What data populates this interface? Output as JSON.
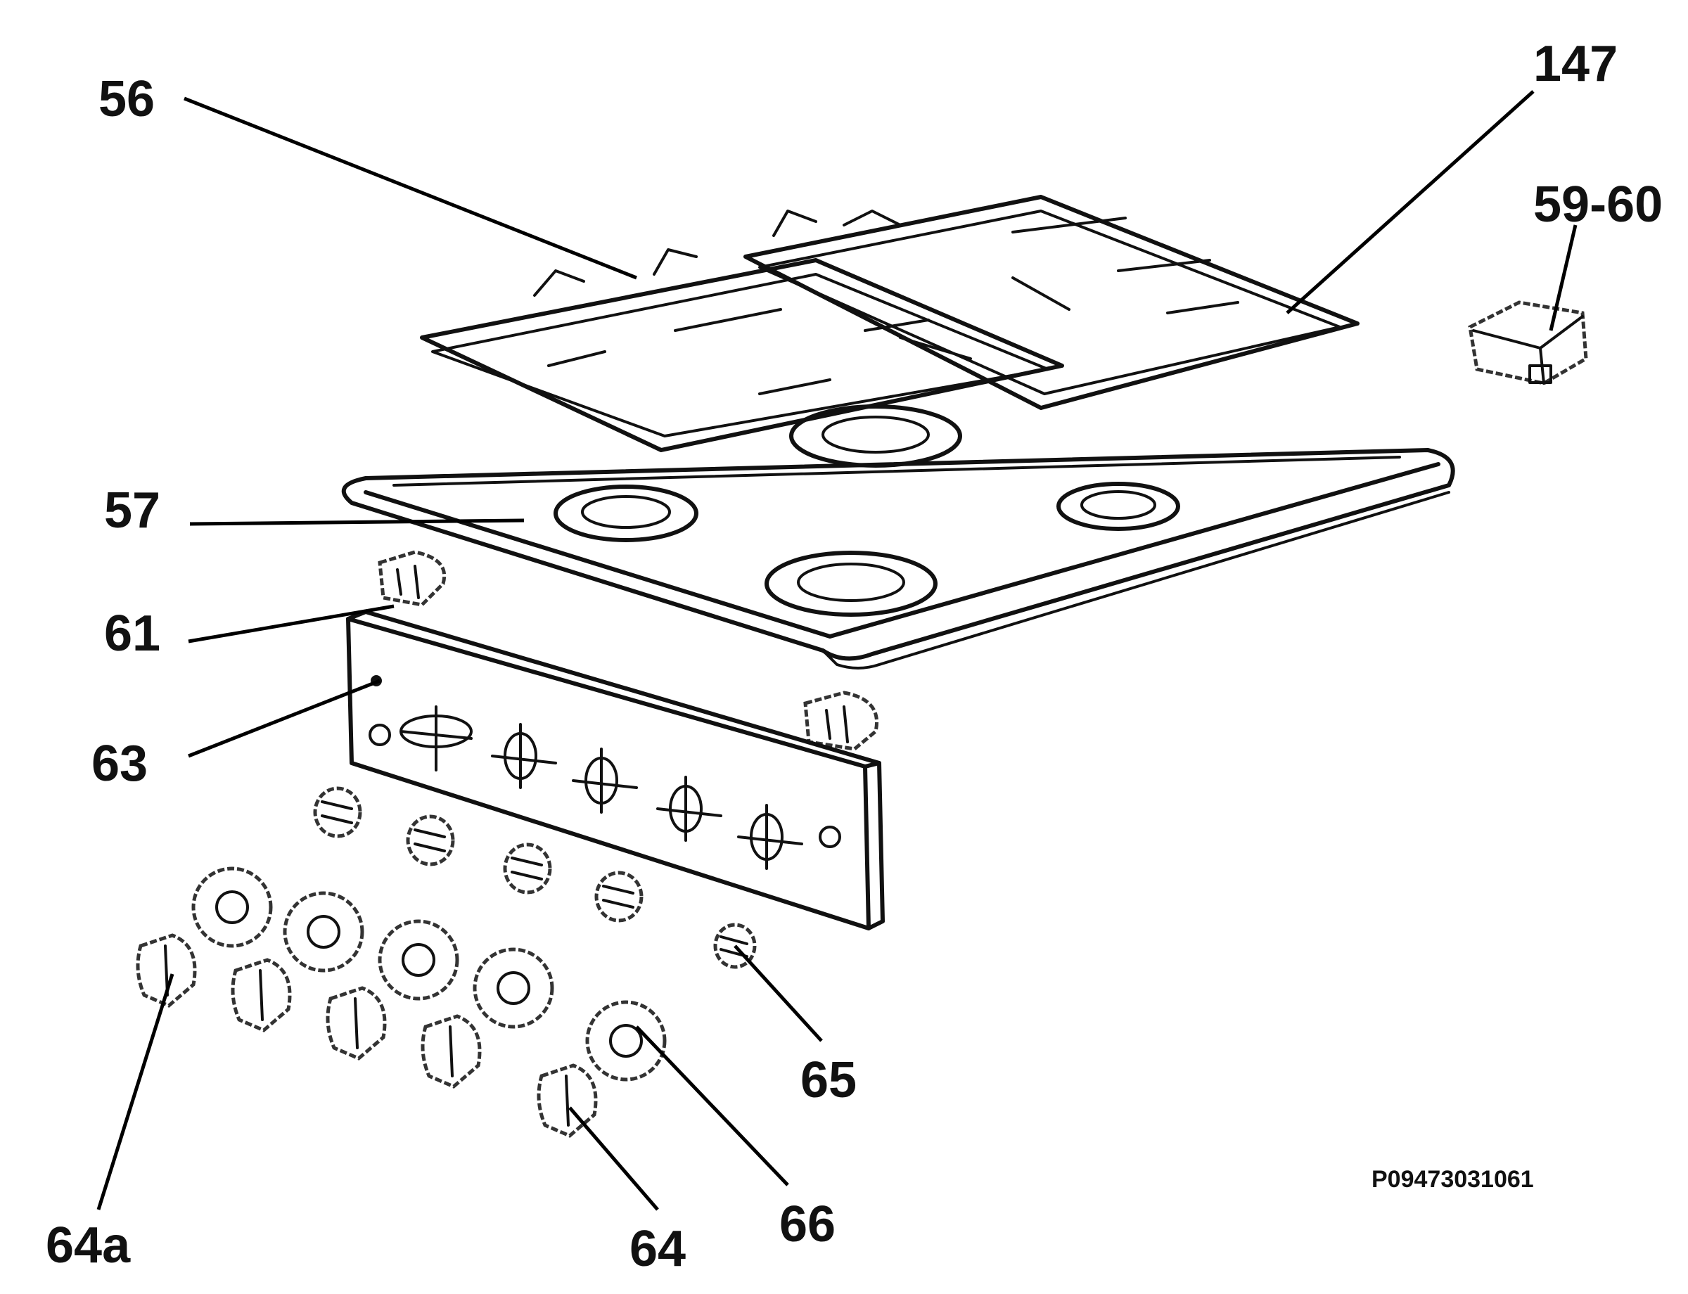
{
  "diagram": {
    "drawing_code": "P09473031061",
    "callouts": [
      {
        "id": "56",
        "label": "56"
      },
      {
        "id": "147",
        "label": "147"
      },
      {
        "id": "59-60",
        "label": "59-60"
      },
      {
        "id": "57",
        "label": "57"
      },
      {
        "id": "61",
        "label": "61"
      },
      {
        "id": "63",
        "label": "63"
      },
      {
        "id": "65",
        "label": "65"
      },
      {
        "id": "64a",
        "label": "64a"
      },
      {
        "id": "64",
        "label": "64"
      },
      {
        "id": "66",
        "label": "66"
      }
    ]
  },
  "colors": {
    "ink": "#111111",
    "background": "#ffffff"
  }
}
